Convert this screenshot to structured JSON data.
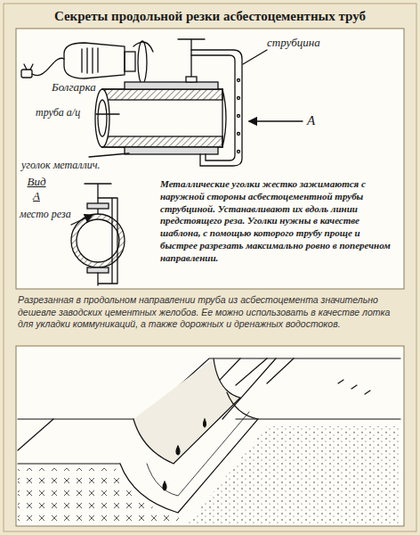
{
  "diagram": {
    "title": "Секреты продольной резки асбестоцементных труб",
    "caption": "Разрезанная в продольном направлении труба из асбестоцемента значительно дешевле заводских цементных желобов. Ее можно использовать в качестве лотка для укладки коммуникаций, а также дорожных и дренажных водостоков.",
    "labels": [
      "Болгарка",
      "струбцина",
      "труба а/ц",
      "А",
      "уголок металлич.",
      "Вид А",
      "место реза",
      "Металлические уголки жестко зажимаются с наружной стороны асбестоцементной трубы струбциной. Устанавливают их вдоль линии предстоящего реза. Уголки нужны в качестве шаблона, с помощью которого трубу проще и быстрее разрезать максимально ровно в поперечном направлении."
    ]
  }
}
